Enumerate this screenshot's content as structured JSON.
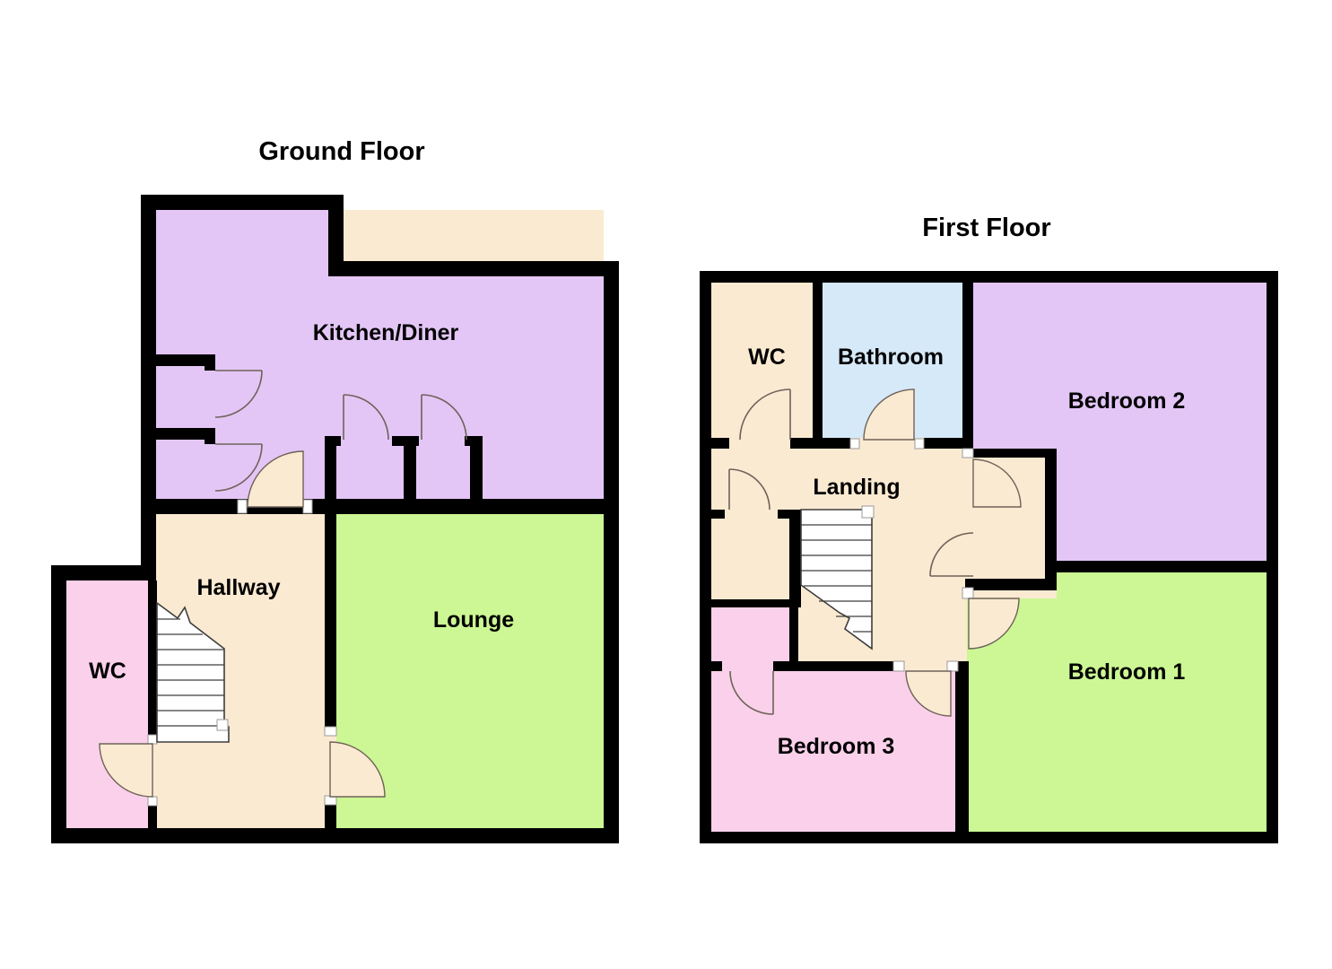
{
  "ground_floor": {
    "title": "Ground Floor",
    "rooms": {
      "kitchen": "Kitchen/Diner",
      "hallway": "Hallway",
      "lounge": "Lounge",
      "wc": "WC"
    }
  },
  "first_floor": {
    "title": "First Floor",
    "rooms": {
      "wc": "WC",
      "bathroom": "Bathroom",
      "bedroom2": "Bedroom 2",
      "landing": "Landing",
      "bedroom1": "Bedroom 1",
      "bedroom3": "Bedroom 3"
    }
  },
  "colors": {
    "kitchen_purple": "#E3C6F6",
    "lounge_green": "#CCF794",
    "bedroom_pink": "#FAD0EA",
    "hall_cream": "#FBEAD2",
    "bathroom_blue": "#D6E9F8",
    "wall_black": "#000000",
    "door_line": "#6E6258",
    "stair_fill": "#FFFFFF"
  }
}
